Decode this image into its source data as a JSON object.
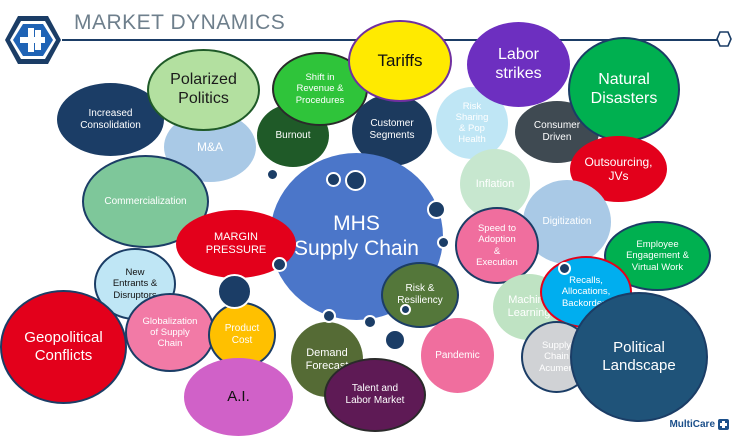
{
  "header": {
    "title": "MARKET DYNAMICS"
  },
  "footer": {
    "brand": "MultiCare"
  },
  "bubbles": {
    "increased_consolidation": "Increased\nConsolidation",
    "polarized_politics": "Polarized\nPolitics",
    "shift_in_revenue": "Shift in\nRevenue &\nProcedures",
    "tariffs": "Tariffs",
    "labor_strikes": "Labor\nstrikes",
    "natural_disasters": "Natural\nDisasters",
    "m_and_a": "M&A",
    "burnout": "Burnout",
    "customer_segments": "Customer\nSegments",
    "risk_sharing": "Risk\nSharing\n& Pop\nHealth",
    "consumer_driven": "Consumer\nDriven",
    "outsourcing": "Outsourcing,\nJVs",
    "commercialization": "Commercialization",
    "inflation": "Inflation",
    "mhs_supply_chain": "MHS\nSupply Chain",
    "digitization": "Digitization",
    "margin_pressure": "MARGIN\nPRESSURE",
    "speed_to_adoption": "Speed to\nAdoption\n&\nExecution",
    "employee_engagement": "Employee\nEngagement &\nVirtual Work",
    "new_entrants": "New\nEntrants &\nDisruptors",
    "risk_resiliency": "Risk &\nResiliency",
    "recalls": "Recalls,\nAllocations,\nBackorders",
    "geopolitical_conflicts": "Geopolitical\nConflicts",
    "globalization": "Globalization\nof Supply\nChain",
    "product_cost": "Product\nCost",
    "machine_learning": "Machine\nLearning",
    "pandemic": "Pandemic",
    "political_landscape": "Political\nLandscape",
    "supply_chain_acumen": "Supply\nChain\nAcumen",
    "demand_forecast": "Demand\nForecast",
    "ai": "A.I.",
    "talent_labor": "Talent and\nLabor Market"
  },
  "colors": {
    "navy": "#1b3d66",
    "light_green": "#b3e0a0",
    "green": "#2fc43a",
    "yellow": "#ffea00",
    "purple": "#6d2fc0",
    "bright_green": "#00b050",
    "light_blue": "#bcd8f0",
    "dark_green": "#1f5a28",
    "dark_navy": "#1c3a5e",
    "sky_blue": "#bfe6f5",
    "dark_gray": "#3f4a52",
    "red": "#e3001b",
    "sage": "#7ec79a",
    "pale_green": "#c7e7cf",
    "blue": "#4b76c9",
    "steel_blue": "#a9c9e6",
    "pink": "#f06e9e",
    "olive": "#54773a",
    "cyan": "#00aeef",
    "rose": "#f27aa6",
    "orange": "#ffc000",
    "mint": "#bfe3c3",
    "gray": "#d0d2d5",
    "teal_navy": "#1f5379",
    "olive_dark": "#556b35",
    "orchid": "#d061c8",
    "plum": "#5e1a55"
  }
}
